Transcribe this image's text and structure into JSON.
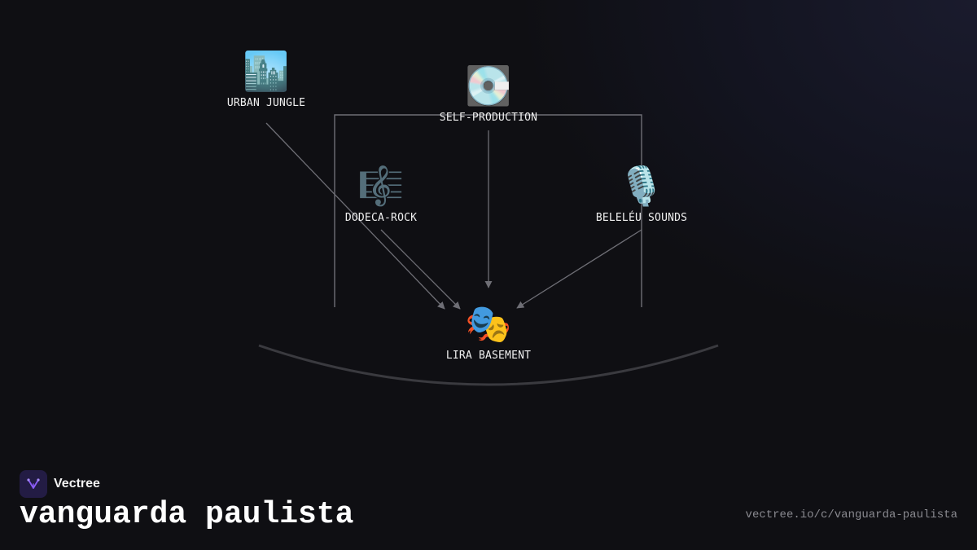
{
  "brand": {
    "name": "Vectree",
    "icon": "vectree-logo-icon",
    "accent": "#8b5cf6"
  },
  "page": {
    "title": "vanguarda paulista",
    "url": "vectree.io/c/vanguarda-paulista"
  },
  "colors": {
    "edge": "#6e6e75",
    "arc": "#3a3a3f",
    "background": "#0f0f13"
  },
  "nodes": [
    {
      "id": "urban-jungle",
      "emoji": "🏙️",
      "label": "URBAN JUNGLE"
    },
    {
      "id": "self-production",
      "emoji": "💽",
      "label": "SELF-PRODUCTION"
    },
    {
      "id": "dodeca-rock",
      "emoji": "🎼",
      "label": "DODECA-ROCK"
    },
    {
      "id": "beleleu-sounds",
      "emoji": "🎙️",
      "label": "BELELÉU SOUNDS"
    },
    {
      "id": "lira-basement",
      "emoji": "🎭",
      "label": "LIRA BASEMENT"
    }
  ],
  "edges": [
    {
      "from": "urban-jungle",
      "to": "lira-basement"
    },
    {
      "from": "dodeca-rock",
      "to": "lira-basement"
    },
    {
      "from": "self-production",
      "to": "lira-basement"
    },
    {
      "from": "beleleu-sounds",
      "to": "lira-basement"
    }
  ]
}
